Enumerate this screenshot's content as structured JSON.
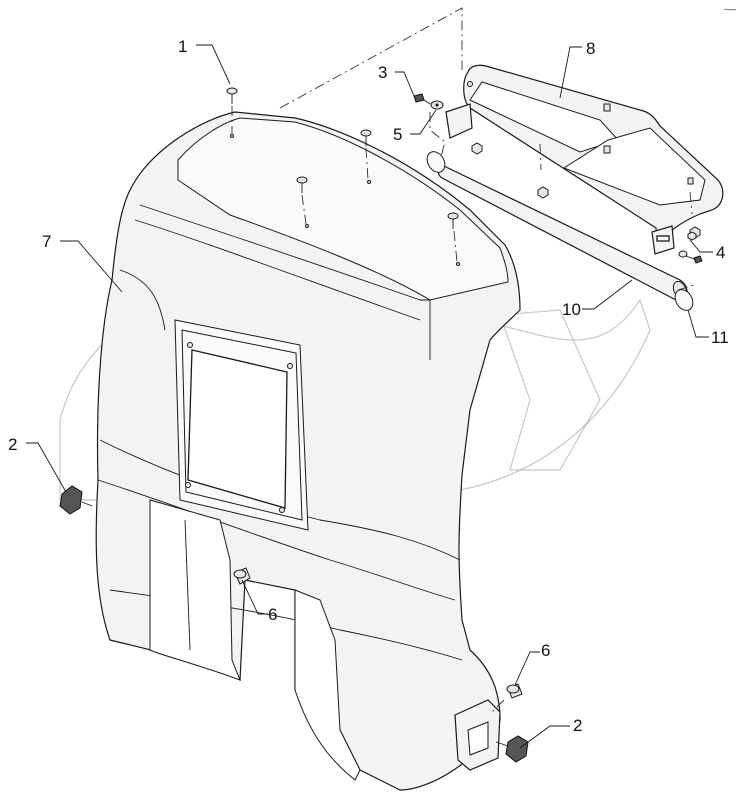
{
  "diagram": {
    "corner_mark": "-—",
    "callouts": [
      {
        "id": "c1",
        "label": "1"
      },
      {
        "id": "c2a",
        "label": "2"
      },
      {
        "id": "c2b",
        "label": "2"
      },
      {
        "id": "c3",
        "label": "3"
      },
      {
        "id": "c4",
        "label": "4"
      },
      {
        "id": "c5",
        "label": "5"
      },
      {
        "id": "c6a",
        "label": "6"
      },
      {
        "id": "c6b",
        "label": "6"
      },
      {
        "id": "c7",
        "label": "7"
      },
      {
        "id": "c8",
        "label": "8"
      },
      {
        "id": "c10",
        "label": "10"
      },
      {
        "id": "c11",
        "label": "11"
      }
    ]
  }
}
